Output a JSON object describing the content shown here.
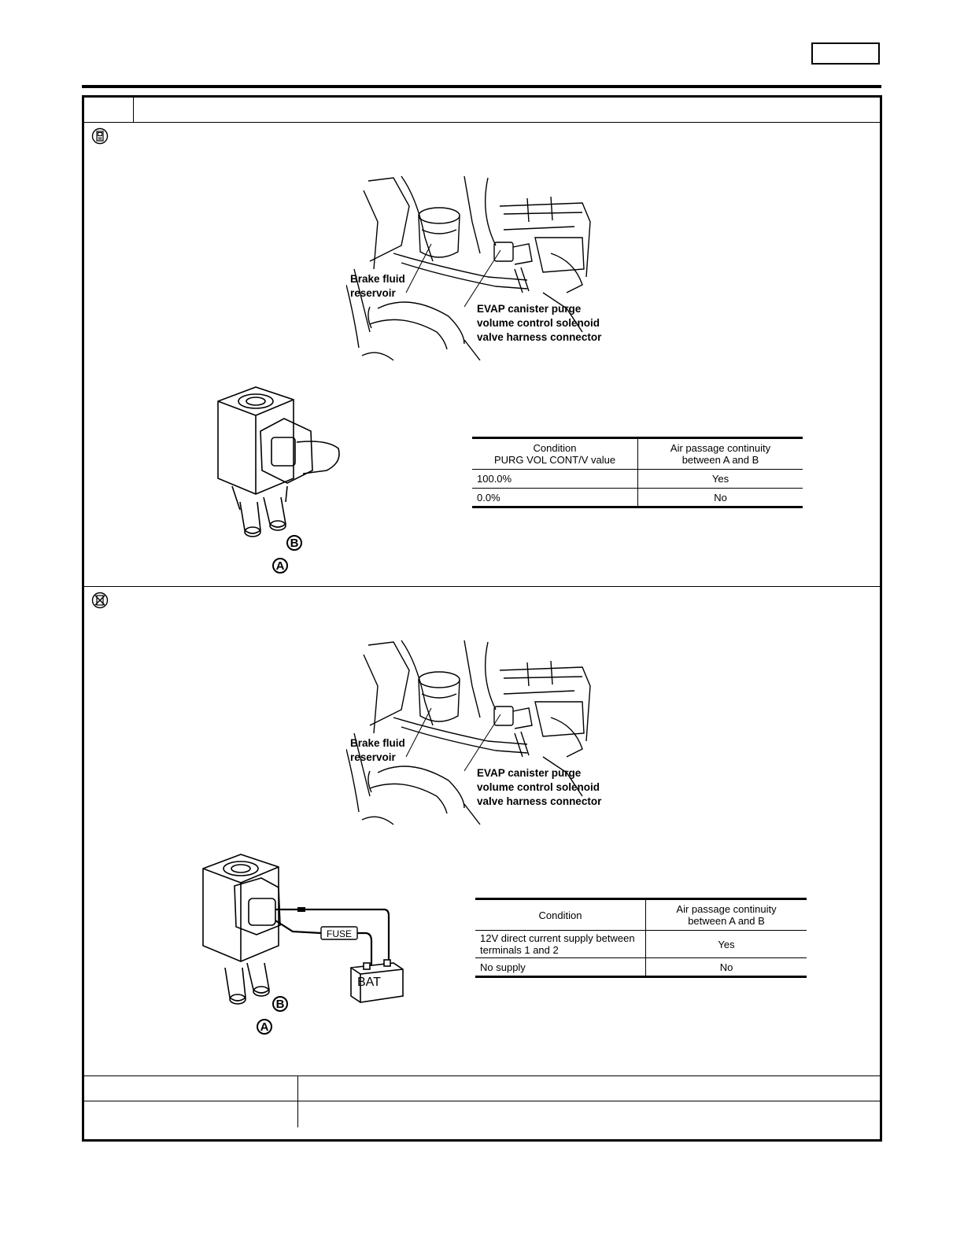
{
  "section1": {
    "photo": {
      "label_reservoir": [
        "Brake fluid",
        "reservoir"
      ],
      "label_connector": [
        "EVAP canister purge",
        "volume control solenoid",
        "valve harness connector"
      ]
    },
    "solenoid": {
      "port_a": "A",
      "port_b": "B"
    },
    "table": {
      "headers": [
        [
          "Condition",
          "PURG VOL CONT/V value"
        ],
        [
          "Air passage continuity",
          "between A and B"
        ]
      ],
      "rows": [
        [
          "100.0%",
          "Yes"
        ],
        [
          "0.0%",
          "No"
        ]
      ]
    }
  },
  "section2": {
    "photo": {
      "label_reservoir": [
        "Brake fluid",
        "reservoir"
      ],
      "label_connector": [
        "EVAP canister purge",
        "volume control solenoid",
        "valve harness connector"
      ]
    },
    "solenoid": {
      "port_a": "A",
      "port_b": "B",
      "fuse": "FUSE",
      "battery": "BAT"
    },
    "table": {
      "headers": [
        [
          "Condition"
        ],
        [
          "Air passage continuity",
          "between A and B"
        ]
      ],
      "rows": [
        [
          [
            "12V direct current supply between",
            "terminals 1 and 2"
          ],
          "Yes"
        ],
        [
          [
            "No supply"
          ],
          "No"
        ]
      ]
    }
  }
}
